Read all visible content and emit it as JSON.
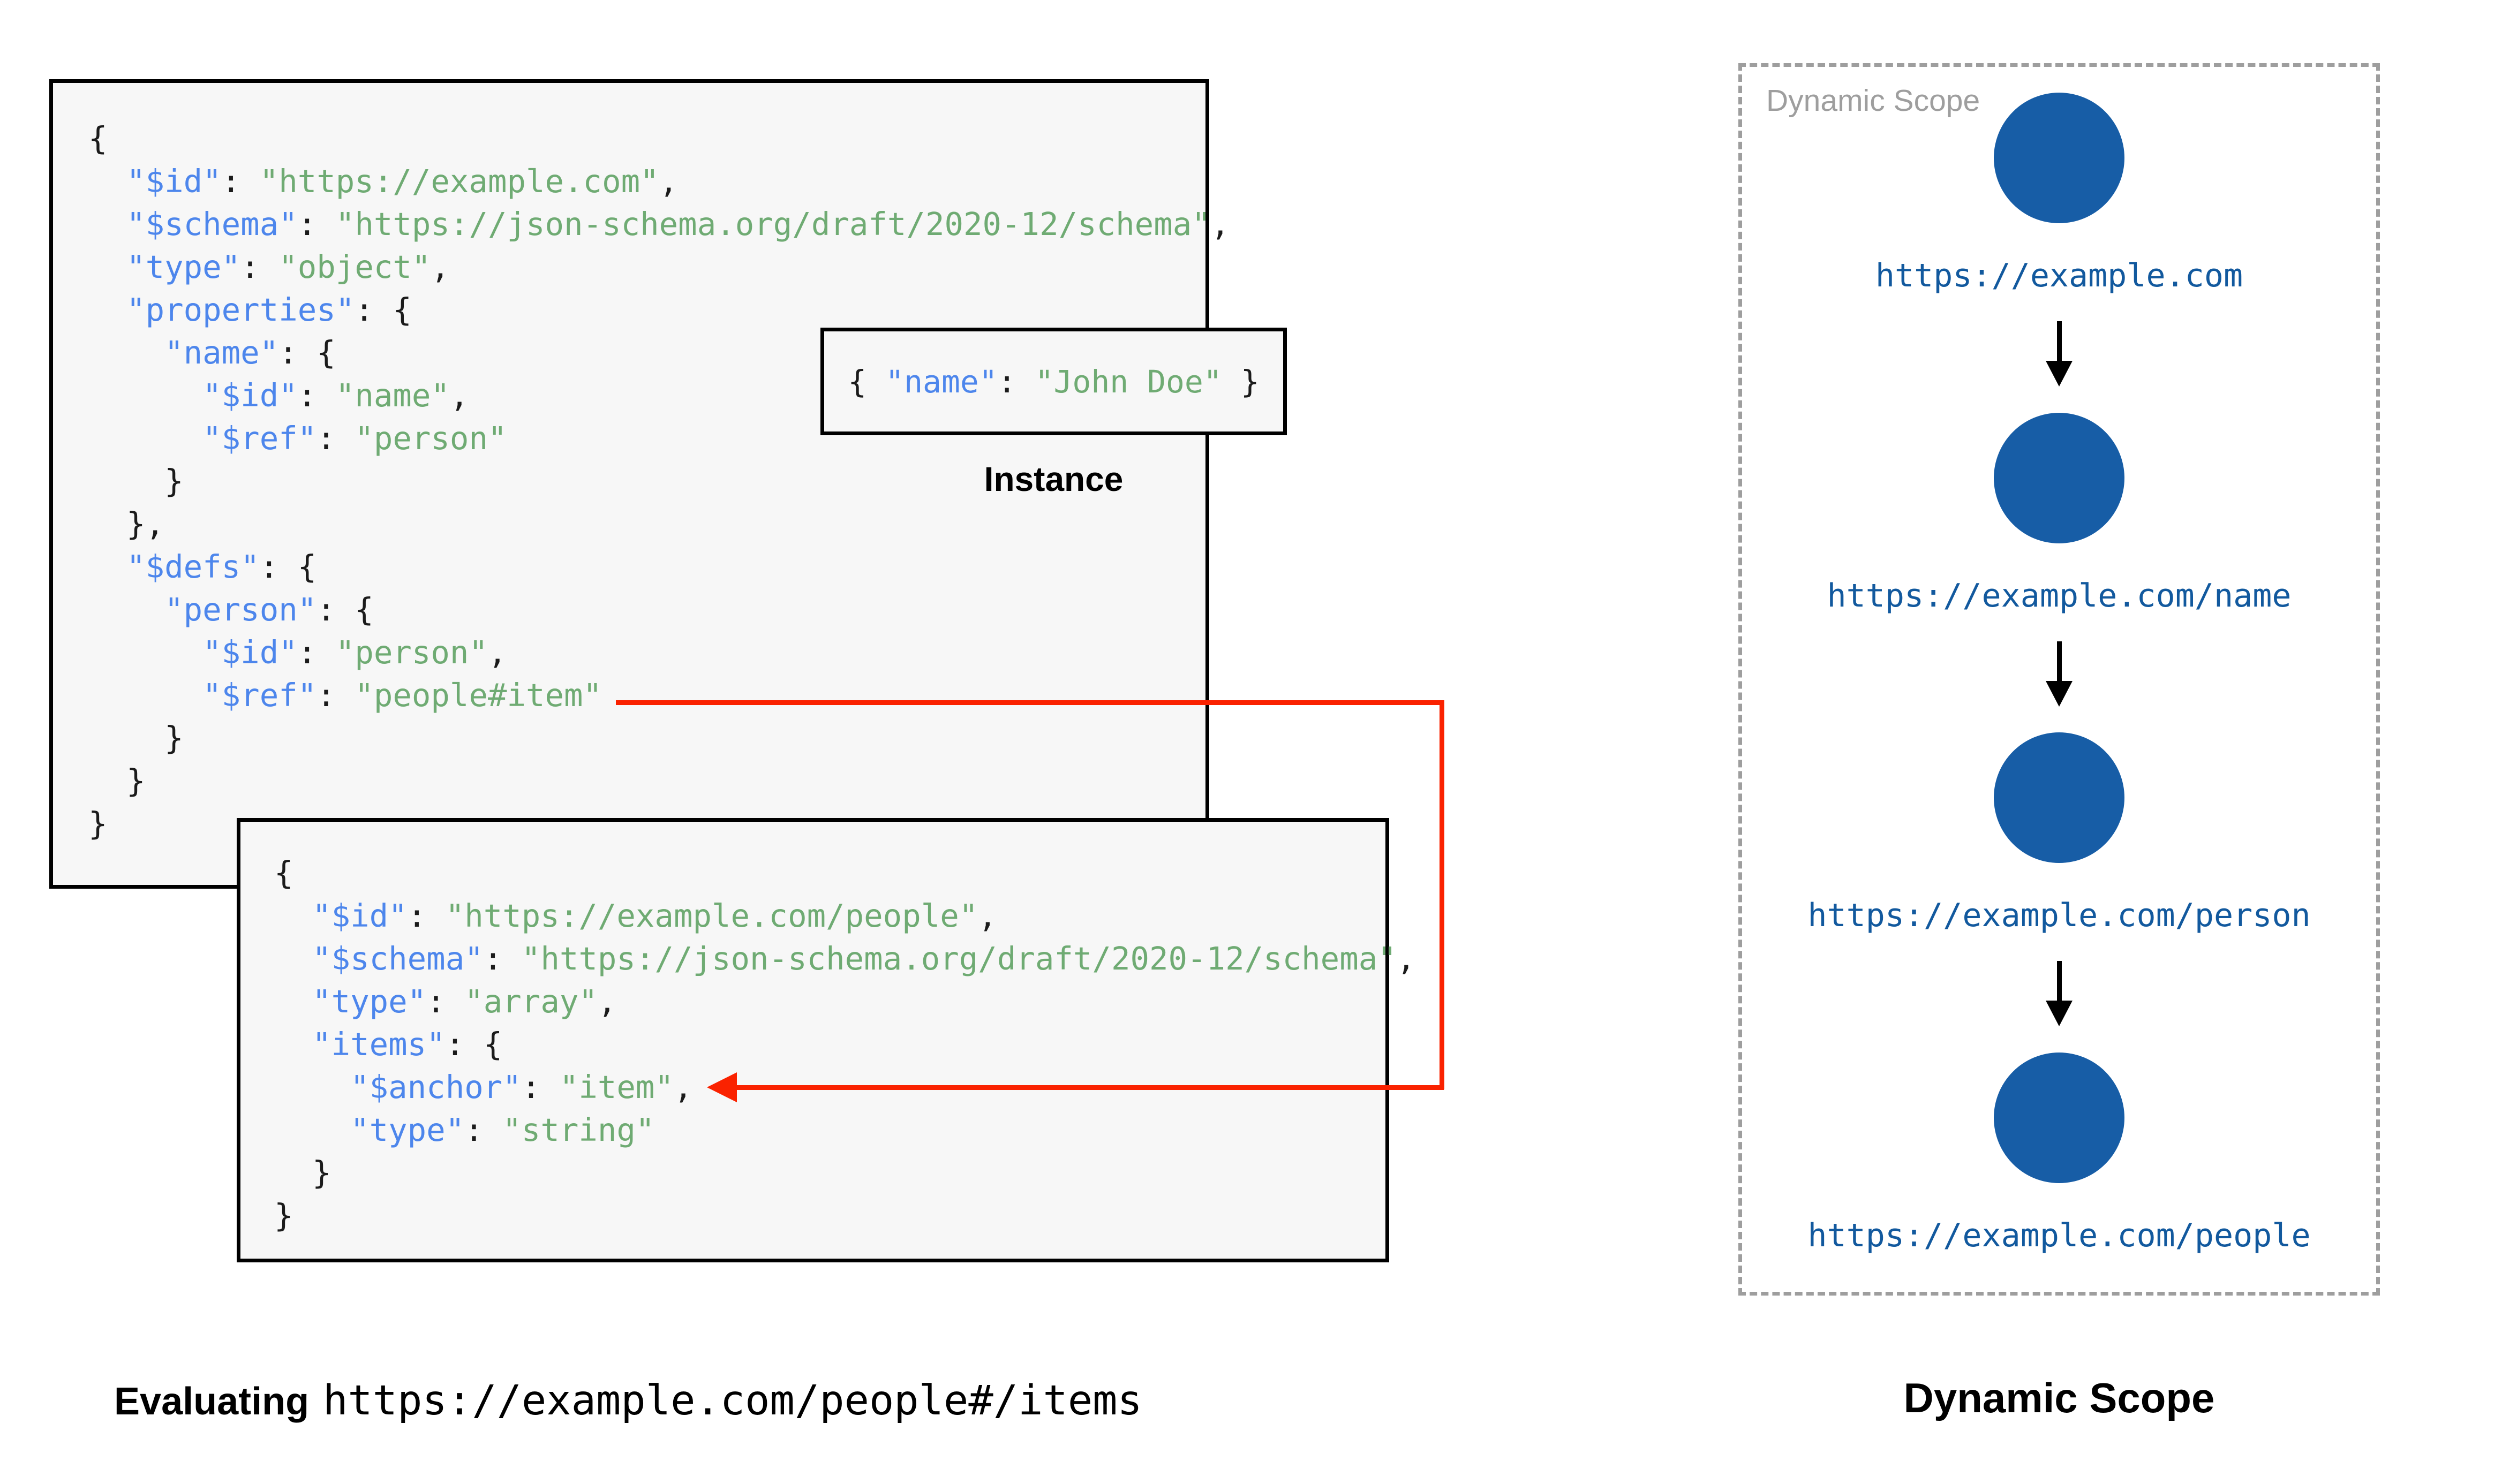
{
  "palette": {
    "page_bg": "#FFFFFF",
    "panel_bg": "#F7F7F7",
    "panel_border": "#000000",
    "key": "#4D86EC",
    "string": "#6FAB73",
    "plain": "#1B1B1B",
    "red_arrow": "#FA2200",
    "scope_border": "#9E9E9E",
    "scope_label": "#9E9E9E",
    "node_fill": "#175DA6",
    "node_url": "#12599E",
    "arrow_black": "#000000"
  },
  "schema_root": {
    "lines": [
      [
        [
          "p",
          "{"
        ]
      ],
      [
        [
          "p",
          "  "
        ],
        [
          "k",
          "\"$id\""
        ],
        [
          "p",
          ": "
        ],
        [
          "s",
          "\"https://example.com\""
        ],
        [
          "p",
          ","
        ]
      ],
      [
        [
          "p",
          "  "
        ],
        [
          "k",
          "\"$schema\""
        ],
        [
          "p",
          ": "
        ],
        [
          "s",
          "\"https://json-schema.org/draft/2020-12/schema\""
        ],
        [
          "p",
          ","
        ]
      ],
      [
        [
          "p",
          "  "
        ],
        [
          "k",
          "\"type\""
        ],
        [
          "p",
          ": "
        ],
        [
          "s",
          "\"object\""
        ],
        [
          "p",
          ","
        ]
      ],
      [
        [
          "p",
          "  "
        ],
        [
          "k",
          "\"properties\""
        ],
        [
          "p",
          ": {"
        ]
      ],
      [
        [
          "p",
          "    "
        ],
        [
          "k",
          "\"name\""
        ],
        [
          "p",
          ": {"
        ]
      ],
      [
        [
          "p",
          "      "
        ],
        [
          "k",
          "\"$id\""
        ],
        [
          "p",
          ": "
        ],
        [
          "s",
          "\"name\""
        ],
        [
          "p",
          ","
        ]
      ],
      [
        [
          "p",
          "      "
        ],
        [
          "k",
          "\"$ref\""
        ],
        [
          "p",
          ": "
        ],
        [
          "s",
          "\"person\""
        ]
      ],
      [
        [
          "p",
          "    }"
        ]
      ],
      [
        [
          "p",
          "  },"
        ]
      ],
      [
        [
          "p",
          "  "
        ],
        [
          "k",
          "\"$defs\""
        ],
        [
          "p",
          ": {"
        ]
      ],
      [
        [
          "p",
          "    "
        ],
        [
          "k",
          "\"person\""
        ],
        [
          "p",
          ": {"
        ]
      ],
      [
        [
          "p",
          "      "
        ],
        [
          "k",
          "\"$id\""
        ],
        [
          "p",
          ": "
        ],
        [
          "s",
          "\"person\""
        ],
        [
          "p",
          ","
        ]
      ],
      [
        [
          "p",
          "      "
        ],
        [
          "k",
          "\"$ref\""
        ],
        [
          "p",
          ": "
        ],
        [
          "s",
          "\"people#item\""
        ]
      ],
      [
        [
          "p",
          "    }"
        ]
      ],
      [
        [
          "p",
          "  }"
        ]
      ],
      [
        [
          "p",
          "}"
        ]
      ]
    ]
  },
  "schema_people": {
    "lines": [
      [
        [
          "p",
          "{"
        ]
      ],
      [
        [
          "p",
          "  "
        ],
        [
          "k",
          "\"$id\""
        ],
        [
          "p",
          ": "
        ],
        [
          "s",
          "\"https://example.com/people\""
        ],
        [
          "p",
          ","
        ]
      ],
      [
        [
          "p",
          "  "
        ],
        [
          "k",
          "\"$schema\""
        ],
        [
          "p",
          ": "
        ],
        [
          "s",
          "\"https://json-schema.org/draft/2020-12/schema\""
        ],
        [
          "p",
          ","
        ]
      ],
      [
        [
          "p",
          "  "
        ],
        [
          "k",
          "\"type\""
        ],
        [
          "p",
          ": "
        ],
        [
          "s",
          "\"array\""
        ],
        [
          "p",
          ","
        ]
      ],
      [
        [
          "p",
          "  "
        ],
        [
          "k",
          "\"items\""
        ],
        [
          "p",
          ": {"
        ]
      ],
      [
        [
          "p",
          "    "
        ],
        [
          "k",
          "\"$anchor\""
        ],
        [
          "p",
          ": "
        ],
        [
          "s",
          "\"item\""
        ],
        [
          "p",
          ","
        ]
      ],
      [
        [
          "p",
          "    "
        ],
        [
          "k",
          "\"type\""
        ],
        [
          "p",
          ": "
        ],
        [
          "s",
          "\"string\""
        ]
      ],
      [
        [
          "p",
          "  }"
        ]
      ],
      [
        [
          "p",
          "}"
        ]
      ]
    ]
  },
  "instance": {
    "tokens": [
      [
        "p",
        "{ "
      ],
      [
        "k",
        "\"name\""
      ],
      [
        "p",
        ": "
      ],
      [
        "s",
        "\"John Doe\""
      ],
      [
        "p",
        " }"
      ]
    ],
    "label": "Instance"
  },
  "evaluating": {
    "prefix": "Evaluating",
    "uri": "https://example.com/people#/items"
  },
  "dynamic_scope": {
    "watermark": "Dynamic Scope",
    "title": "Dynamic Scope",
    "nodes": [
      {
        "url": "https://example.com"
      },
      {
        "url": "https://example.com/name"
      },
      {
        "url": "https://example.com/person"
      },
      {
        "url": "https://example.com/people"
      }
    ]
  }
}
